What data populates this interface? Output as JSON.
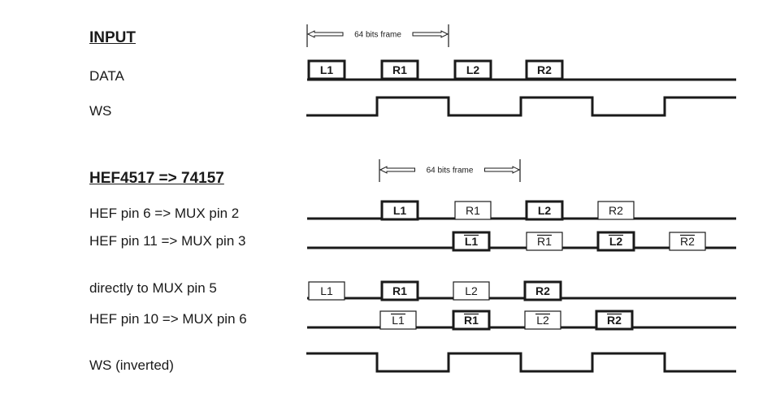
{
  "input": {
    "title": "INPUT",
    "frame_label": "64 bits frame",
    "data_label": "DATA",
    "ws_label": "WS",
    "data_slots": [
      "L1",
      "R1",
      "L2",
      "R2"
    ]
  },
  "hef": {
    "title": "HEF4517 => 74157",
    "frame_label": "64 bits frame",
    "rows": [
      {
        "label": "HEF pin 6 => MUX pin 2",
        "slots": [
          "L1",
          "R1",
          "L2",
          "R2"
        ],
        "bold": [
          true,
          false,
          true,
          false
        ],
        "overline": [
          false,
          false,
          false,
          false
        ]
      },
      {
        "label": "HEF pin 11 => MUX pin 3",
        "slots": [
          "L1",
          "R1",
          "L2",
          "R2"
        ],
        "bold": [
          true,
          false,
          true,
          false
        ],
        "overline": [
          true,
          true,
          true,
          true
        ]
      },
      {
        "label": "directly to MUX pin 5",
        "slots": [
          "L1",
          "R1",
          "L2",
          "R2"
        ],
        "bold": [
          false,
          true,
          false,
          true
        ],
        "overline": [
          false,
          false,
          false,
          false
        ]
      },
      {
        "label": "HEF pin 10 => MUX pin 6",
        "slots": [
          "L1",
          "R1",
          "L2",
          "R2"
        ],
        "bold": [
          false,
          true,
          false,
          true
        ],
        "overline": [
          true,
          true,
          true,
          true
        ]
      }
    ],
    "ws_inverted_label": "WS (inverted)"
  },
  "colors": {
    "ink": "#1a1a1a",
    "background": "#ffffff"
  }
}
